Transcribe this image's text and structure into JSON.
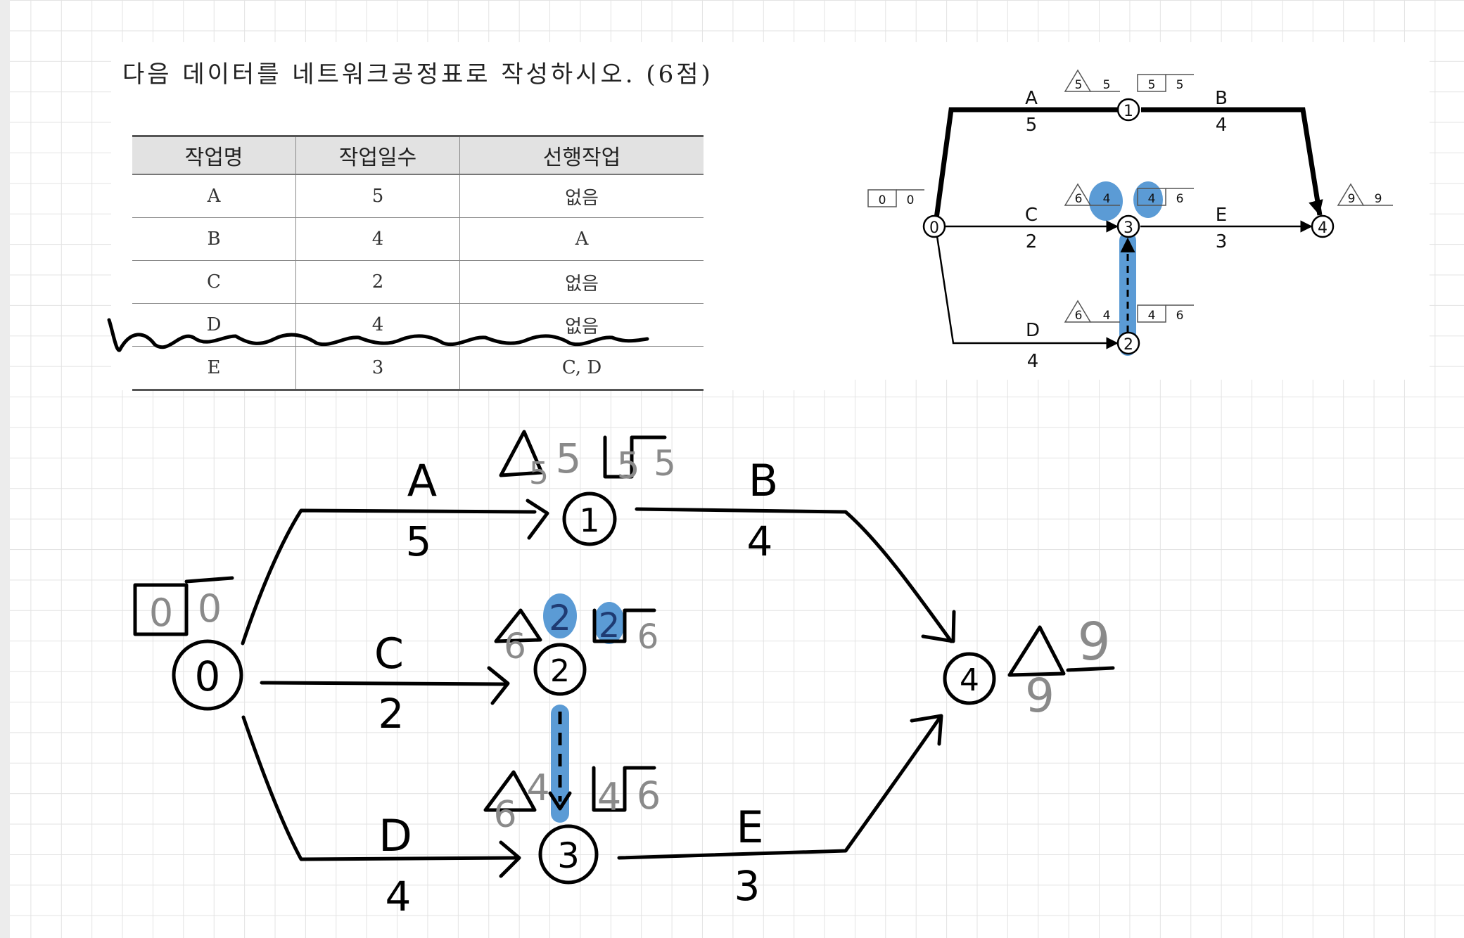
{
  "question": {
    "title": "다음 데이터를 네트워크공정표로 작성하시오. (6점)",
    "headers": [
      "작업명",
      "작업일수",
      "선행작업"
    ],
    "rows": [
      [
        "A",
        "5",
        "없음"
      ],
      [
        "B",
        "4",
        "A"
      ],
      [
        "C",
        "2",
        "없음"
      ],
      [
        "D",
        "4",
        "없음"
      ],
      [
        "E",
        "3",
        "C, D"
      ]
    ]
  },
  "printed_network": {
    "nodes": [
      {
        "id": "0",
        "tri": "",
        "box_left": "0",
        "box_right": "0"
      },
      {
        "id": "1",
        "tri": "5",
        "tri_right": "5",
        "box_left": "5",
        "box_right": "5"
      },
      {
        "id": "2",
        "tri": "6",
        "tri_right": "4",
        "box_left": "4",
        "box_right": "6"
      },
      {
        "id": "3",
        "tri": "6",
        "tri_right": "4",
        "box_left": "4",
        "box_right": "6"
      },
      {
        "id": "4",
        "tri": "9",
        "tri_right": "9"
      }
    ],
    "activities": [
      {
        "name": "A",
        "duration": "5",
        "from": "0",
        "to": "1",
        "critical": true
      },
      {
        "name": "B",
        "duration": "4",
        "from": "1",
        "to": "4",
        "critical": true
      },
      {
        "name": "C",
        "duration": "2",
        "from": "0",
        "to": "3",
        "critical": false
      },
      {
        "name": "D",
        "duration": "4",
        "from": "0",
        "to": "2",
        "critical": false
      },
      {
        "name": "E",
        "duration": "3",
        "from": "3",
        "to": "4",
        "critical": false
      }
    ],
    "dummy": {
      "from": "2",
      "to": "3"
    }
  },
  "handwritten_network": {
    "nodes": [
      {
        "id": "0",
        "box_black": "0",
        "box_gray": "0"
      },
      {
        "id": "1",
        "tri_black": "5",
        "tri_gray": "5",
        "box_black": "5",
        "box_gray": "5"
      },
      {
        "id": "2",
        "tri_gray": "6",
        "tri_blue": "2",
        "box_blue": "2",
        "box_gray": "6"
      },
      {
        "id": "3",
        "tri_gray": "6",
        "tri_black": "4",
        "box_black": "4",
        "box_gray": "6"
      },
      {
        "id": "4",
        "tri_gray": "9",
        "tri_gray_below": "9"
      }
    ],
    "activities": [
      {
        "name": "A",
        "duration": "5"
      },
      {
        "name": "B",
        "duration": "4"
      },
      {
        "name": "C",
        "duration": "2"
      },
      {
        "name": "D",
        "duration": "4"
      },
      {
        "name": "E",
        "duration": "3"
      }
    ]
  },
  "colors": {
    "highlight": "#5b9bd5",
    "gray_ink": "#8a8a8a",
    "ink": "#000000"
  }
}
